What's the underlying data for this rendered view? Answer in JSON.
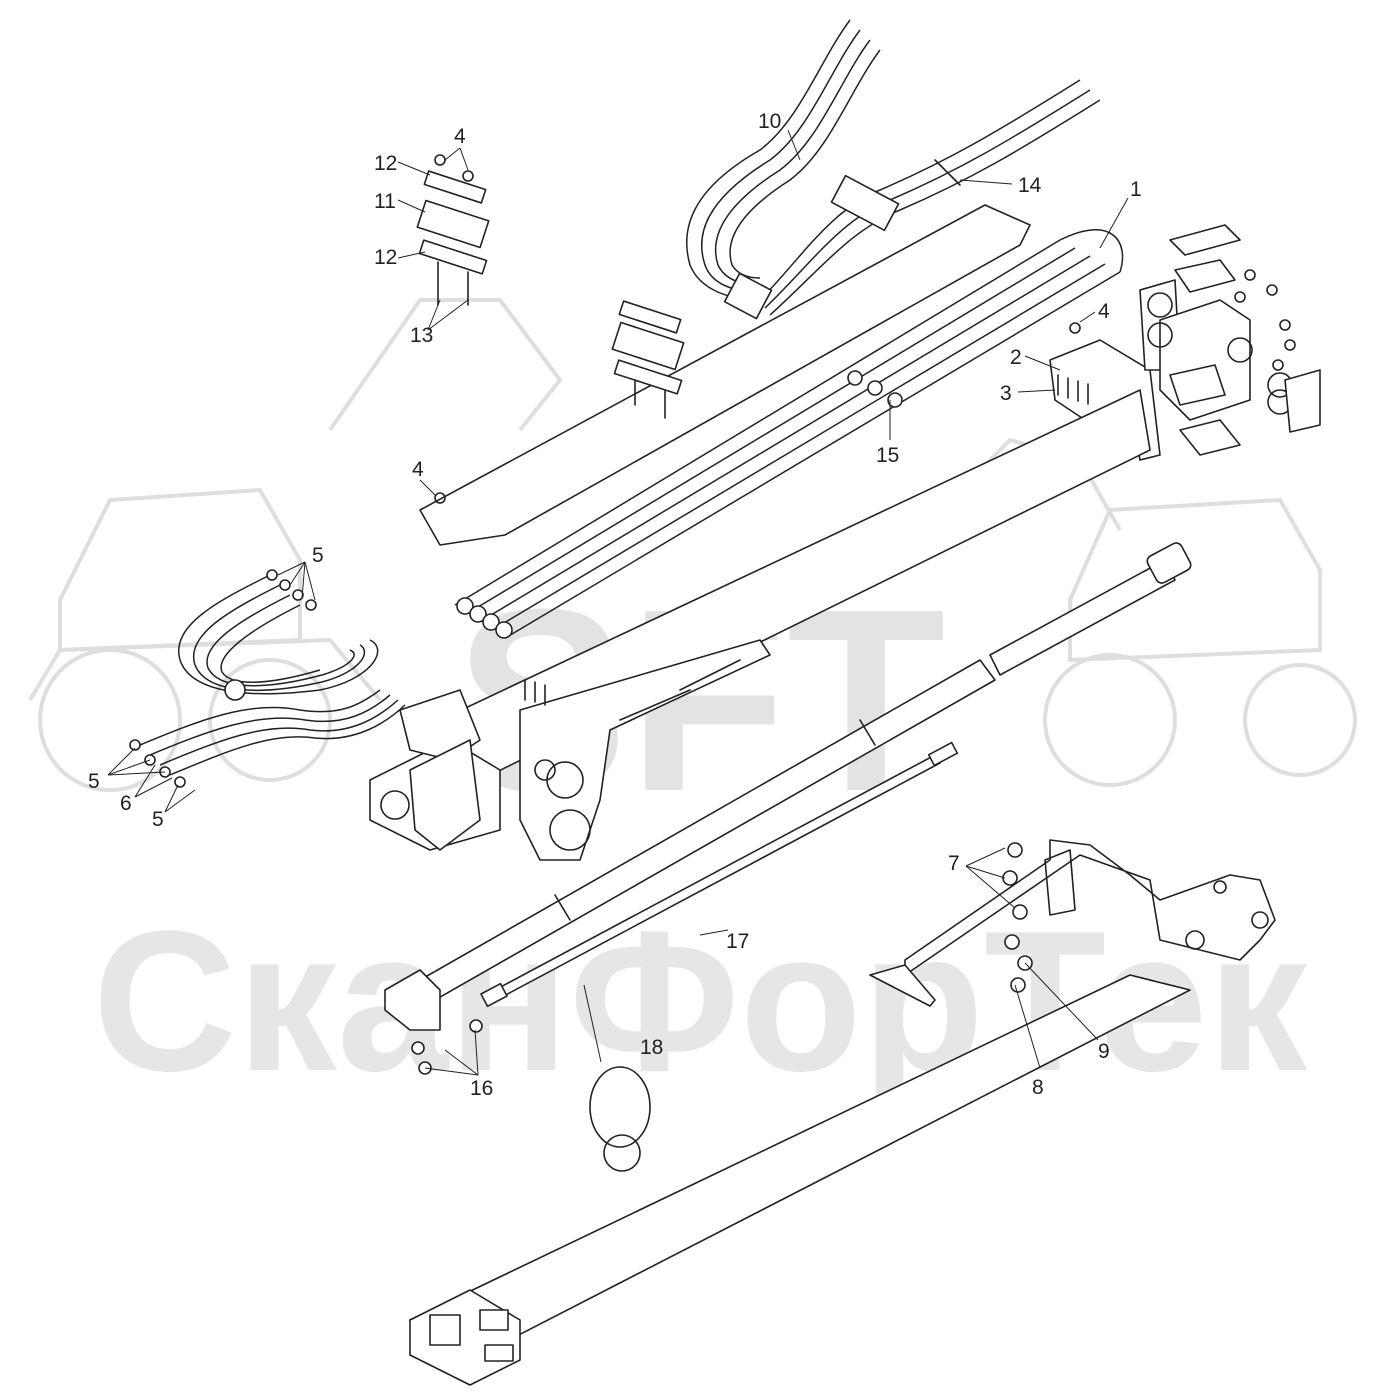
{
  "watermark": {
    "logo": "SFT",
    "name": "СканФорТек"
  },
  "callouts": [
    {
      "id": "c1",
      "label": "1"
    },
    {
      "id": "c2",
      "label": "2"
    },
    {
      "id": "c3",
      "label": "3"
    },
    {
      "id": "c4a",
      "label": "4"
    },
    {
      "id": "c4b",
      "label": "4"
    },
    {
      "id": "c4c",
      "label": "4"
    },
    {
      "id": "c5a",
      "label": "5"
    },
    {
      "id": "c5b",
      "label": "5"
    },
    {
      "id": "c5c",
      "label": "5"
    },
    {
      "id": "c6",
      "label": "6"
    },
    {
      "id": "c7",
      "label": "7"
    },
    {
      "id": "c8",
      "label": "8"
    },
    {
      "id": "c9",
      "label": "9"
    },
    {
      "id": "c10",
      "label": "10"
    },
    {
      "id": "c11",
      "label": "11"
    },
    {
      "id": "c12a",
      "label": "12"
    },
    {
      "id": "c12b",
      "label": "12"
    },
    {
      "id": "c13",
      "label": "13"
    },
    {
      "id": "c14",
      "label": "14"
    },
    {
      "id": "c15",
      "label": "15"
    },
    {
      "id": "c16",
      "label": "16"
    },
    {
      "id": "c17",
      "label": "17"
    },
    {
      "id": "c18",
      "label": "18"
    }
  ]
}
